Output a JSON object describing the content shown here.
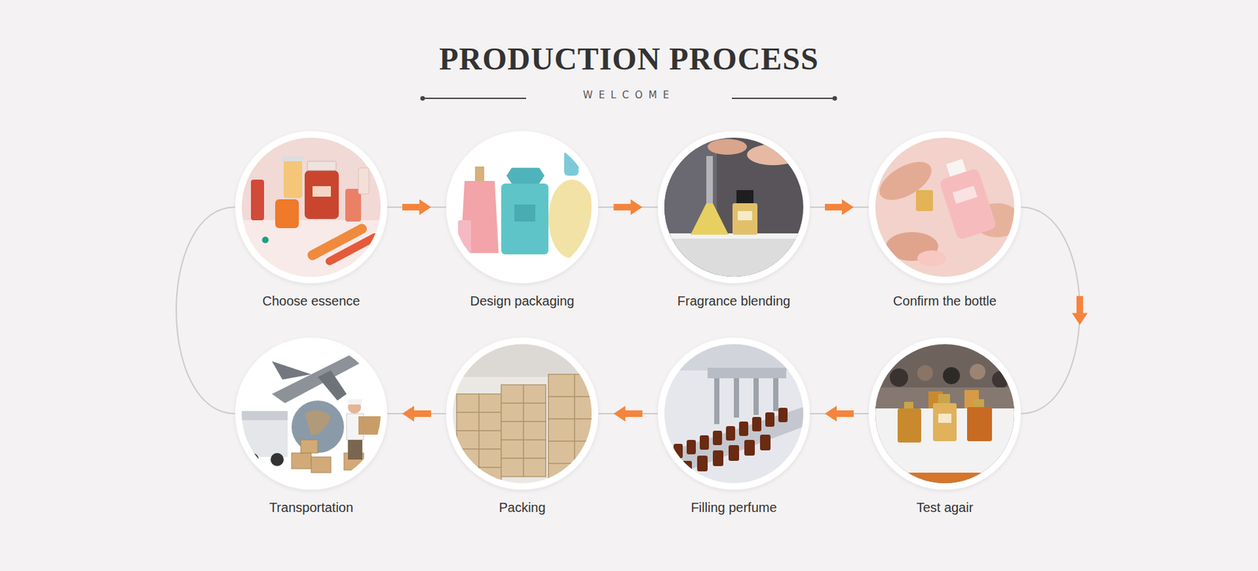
{
  "diagram": {
    "title": "PRODUCTION PROCESS",
    "nodes": [
      {
        "text": [
          "Choose essence"
        ]
      },
      {
        "text": [
          "Design packaging"
        ]
      },
      {
        "text": [
          "Fragrance blending"
        ]
      },
      {
        "text": [
          "Confirm the bottle"
        ]
      },
      {
        "text": [
          "Test agair"
        ]
      },
      {
        "text": [
          "Filling perfume"
        ]
      },
      {
        "text": [
          "Packing"
        ]
      },
      {
        "text": [
          "Transportation"
        ]
      }
    ],
    "edges": [
      {
        "from": 0,
        "to": 1,
        "arrow": "to"
      },
      {
        "from": 1,
        "to": 2,
        "arrow": "to"
      },
      {
        "from": 2,
        "to": 3,
        "arrow": "to"
      },
      {
        "from": 3,
        "to": 4,
        "arrow": "to"
      },
      {
        "from": 4,
        "to": 5,
        "arrow": "to"
      },
      {
        "from": 5,
        "to": 6,
        "arrow": "to"
      },
      {
        "from": 6,
        "to": 7,
        "arrow": "to"
      },
      {
        "from": 7,
        "to": 0,
        "arrow": "none"
      }
    ],
    "labels": [
      "WELCOME"
    ]
  }
}
